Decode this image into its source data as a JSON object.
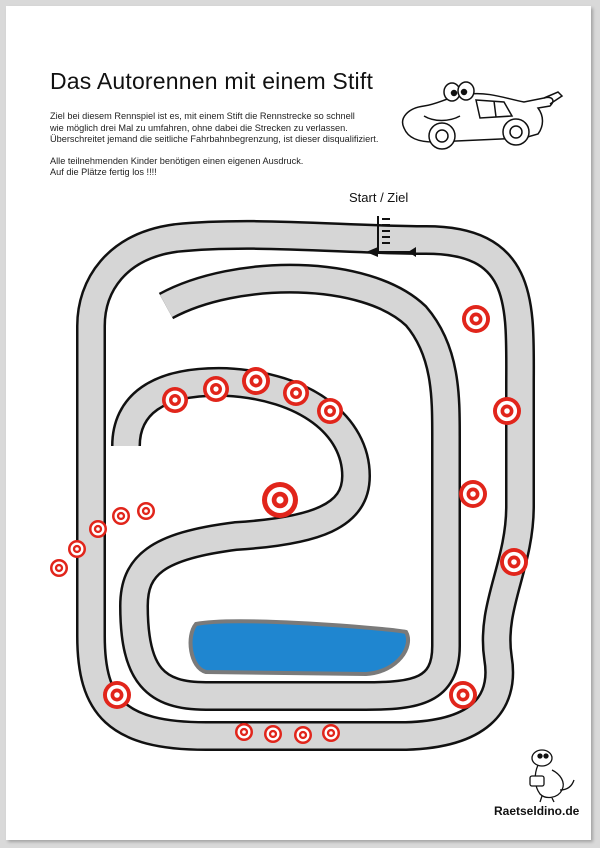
{
  "title": "Das Autorennen mit einem Stift",
  "intro": {
    "paragraph1": [
      "Ziel bei diesem Rennspiel ist es, mit einem Stift die Rennstrecke so schnell",
      "wie möglich drei Mal zu umfahren, ohne dabei die Strecken zu verlassen.",
      "Überschreitet jemand die seitliche Fahrbahnbegrenzung, ist dieser disqualifiziert."
    ],
    "paragraph2": [
      "Alle teilnehmenden Kinder benötigen einen eigenen Ausdruck.",
      "Auf die Plätze fertig los !!!!"
    ]
  },
  "start_label": "Start / Ziel",
  "brand": "Raetseldino.de",
  "colors": {
    "track": "#d6d6d6",
    "border": "#111111",
    "target_red": "#e1251b",
    "lake": "#1f86d0",
    "lake_rim": "#7a7a7a"
  },
  "icons": {
    "car": "cartoon-race-car-icon",
    "dino": "dino-mascot-icon",
    "arrow": "direction-arrow-icon"
  }
}
